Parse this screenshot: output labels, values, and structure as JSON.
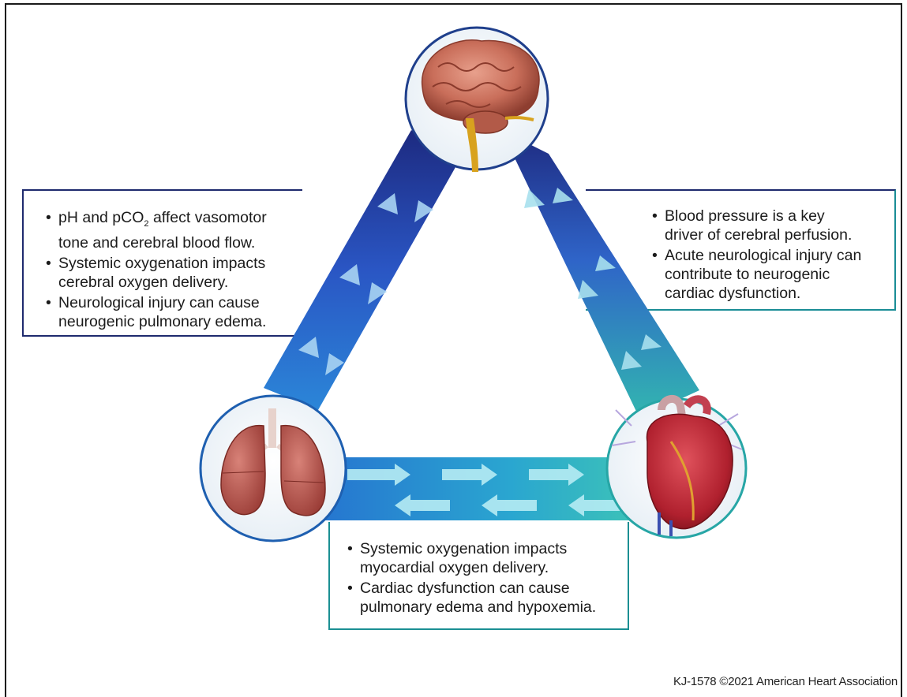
{
  "left_box": {
    "bullet_1_a": "pH and pCO",
    "bullet_1_sub": "2",
    "bullet_1_b": " affect vasomotor",
    "bullet_1_line2": "tone and cerebral blood flow.",
    "bullet_2_line1": "Systemic oxygenation impacts",
    "bullet_2_line2": "cerebral oxygen delivery.",
    "bullet_3_line1": "Neurological injury can cause",
    "bullet_3_line2": "neurogenic pulmonary edema."
  },
  "right_box": {
    "bullet_1_line1": "Blood pressure is a key",
    "bullet_1_line2": "driver of cerebral perfusion.",
    "bullet_2_line1": "Acute neurological injury can",
    "bullet_2_line2": "contribute to neurogenic",
    "bullet_2_line3": "cardiac dysfunction."
  },
  "bottom_box": {
    "bullet_1_line1": "Systemic oxygenation impacts",
    "bullet_1_line2": "myocardial oxygen delivery.",
    "bullet_2_line1": "Cardiac dysfunction can cause",
    "bullet_2_line2": "pulmonary edema and hypoxemia."
  },
  "credit": "KJ-1578 ©2021 American Heart Association",
  "colors": {
    "navy": "#1e2a6e",
    "blue": "#2f5fc8",
    "teal": "#2bb3b0",
    "cyan": "#2aa6d8"
  },
  "icons": [
    "brain-icon",
    "lungs-icon",
    "heart-icon"
  ]
}
